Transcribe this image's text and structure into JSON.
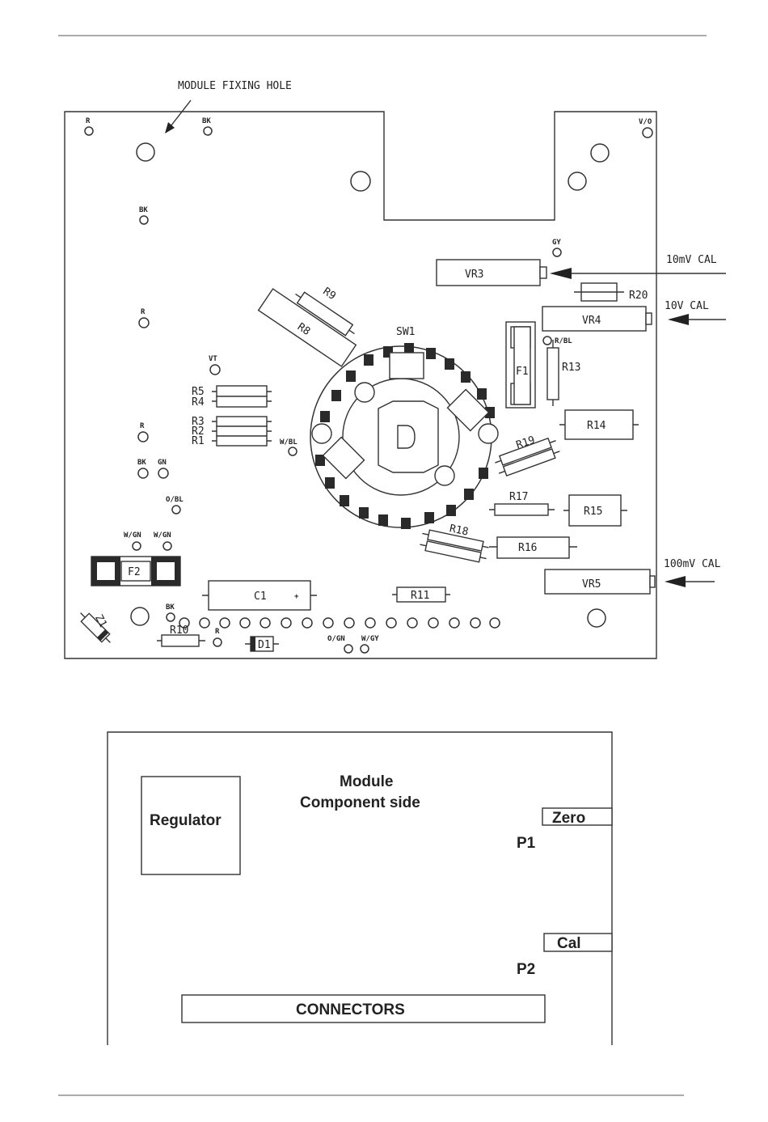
{
  "pcb": {
    "fixing_hole_label": "MODULE FIXING HOLE",
    "pads": {
      "r_tl": "R",
      "bk_top": "BK",
      "vo": "V/O",
      "bk_left": "BK",
      "gy": "GY",
      "r_mid": "R",
      "r_bl": "R/BL",
      "vt": "VT",
      "r_low": "R",
      "w_bl": "W/BL",
      "bk2": "BK",
      "gn": "GN",
      "o_bl": "O/BL",
      "w_gn1": "W/GN",
      "w_gn2": "W/GN",
      "bk_bottom": "BK",
      "r_bottom": "R",
      "o_gn": "O/GN",
      "w_gy": "W/GY"
    },
    "components": {
      "vr3": "VR3",
      "vr4": "VR4",
      "vr5": "VR5",
      "r20": "R20",
      "r9": "R9",
      "r8": "R8",
      "sw1": "SW1",
      "f1": "F1",
      "r13": "R13",
      "r5": "R5",
      "r4": "R4",
      "r3": "R3",
      "r2": "R2",
      "r1": "R1",
      "r14": "R14",
      "r19": "R19",
      "r17": "R17",
      "r15": "R15",
      "r18": "R18",
      "r16": "R16",
      "f2": "F2",
      "c1": "C1",
      "c1_polarity": "+",
      "r11": "R11",
      "z1": "Z1",
      "r10": "R10",
      "d1": "D1"
    },
    "calibration": {
      "cal_10mv": "10mV CAL",
      "cal_10v": "10V CAL",
      "cal_100mv": "100mV CAL"
    }
  },
  "module": {
    "regulator": "Regulator",
    "title_line1": "Module",
    "title_line2": "Component side",
    "zero": "Zero",
    "p1": "P1",
    "cal": "Cal",
    "p2": "P2",
    "connectors": "CONNECTORS"
  }
}
